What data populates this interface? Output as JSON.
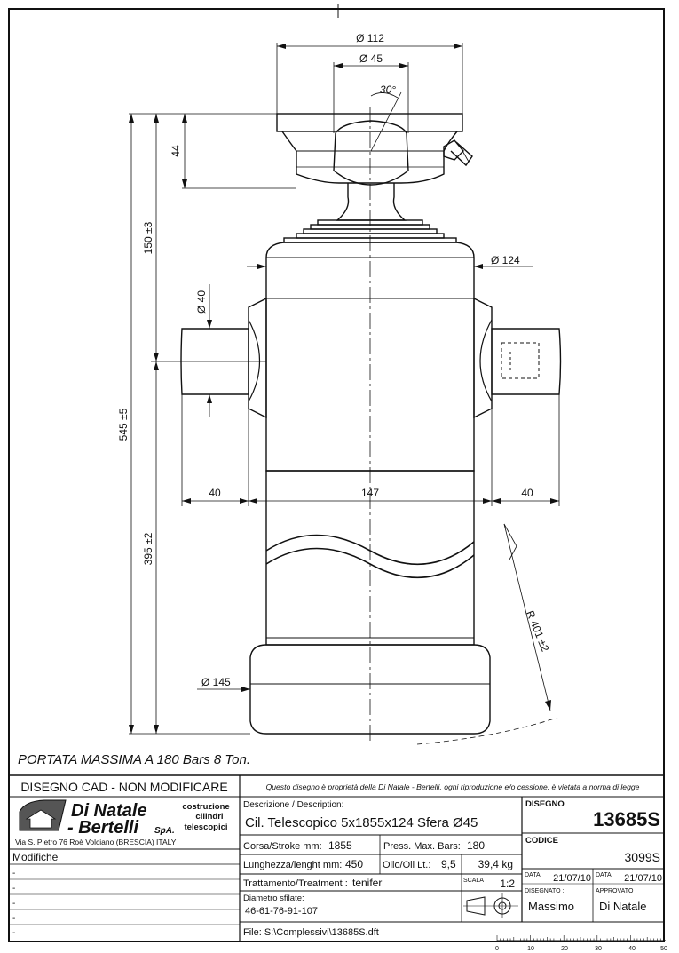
{
  "drawing": {
    "dimensions": {
      "d_top": "Ø 112",
      "d_ball": "Ø 45",
      "angle": "30°",
      "h_top": "44",
      "h_upper": "150 ±3",
      "d_body": "Ø 124",
      "d_pin": "Ø 40",
      "h_total": "545 ±5",
      "w_left": "40",
      "w_mid": "147",
      "w_right": "40",
      "h_lower": "395 ±2",
      "radius": "R 401 ±2",
      "d_base": "Ø 145"
    },
    "capacity_note": "PORTATA MASSIMA A 180 Bars  8 Ton."
  },
  "title_block": {
    "cad_notice": "DISEGNO CAD - NON MODIFICARE",
    "ownership_notice": "Questo disegno è proprietà della Di Natale - Bertelli, ogni riproduzione e/o cessione, è vietata a norma di legge",
    "company": {
      "name_line1": "Di Natale",
      "name_line2": "- Bertelli",
      "spa": "SpA.",
      "tagline1": "costruzione",
      "tagline2": "cilindri",
      "tagline3": "telescopici",
      "address": "Via S. Pietro 76   Roè Volciano  (BRESCIA)   ITALY"
    },
    "modifiche": "Modifiche",
    "mod_rows": [
      "-",
      "-",
      "-",
      "-",
      "-",
      "-"
    ],
    "desc_label": "Descrizione / Description:",
    "desc_value": "Cil. Telescopico 5x1855x124 Sfera Ø45",
    "stroke_label": "Corsa/Stroke mm:",
    "stroke_value": "1855",
    "press_label": "Press. Max. Bars:",
    "press_value": "180",
    "length_label": "Lunghezza/lenght mm:",
    "length_value": "450",
    "oil_label": "Olio/Oil Lt.:",
    "oil_value": "9,5",
    "weight": "39,4 kg",
    "treatment_label": "Trattamento/Treatment :",
    "treatment_value": "tenifer",
    "scale_label": "SCALA",
    "scale_value": "1:2",
    "diam_label": "Diametro sfilate:",
    "diam_value": "46-61-76-91-107",
    "file": "File: S:\\Complessivi\\13685S.dft",
    "disegno_label": "DISEGNO",
    "disegno_value": "13685S",
    "codice_label": "CODICE",
    "codice_value": "3099S",
    "data_label": "DATA",
    "data1": "21/07/10",
    "data2": "21/07/10",
    "disegnato_label": "DISEGNATO :",
    "disegnato_value": "Massimo",
    "approvato_label": "APPROVATO :",
    "approvato_value": "Di Natale"
  },
  "ruler": {
    "labels": [
      "0",
      "10",
      "20",
      "30",
      "40",
      "50"
    ]
  }
}
